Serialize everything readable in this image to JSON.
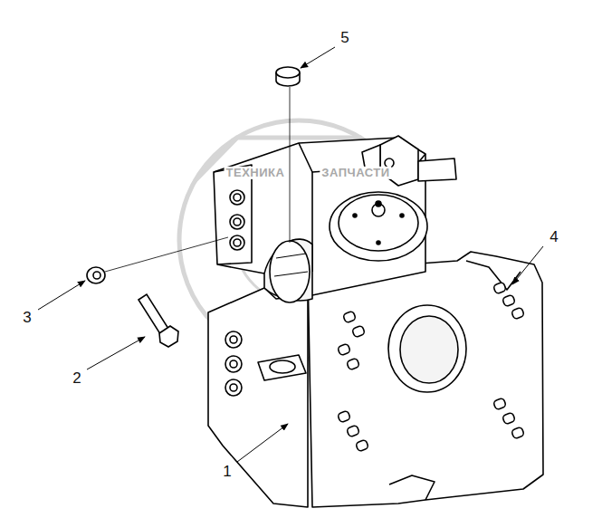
{
  "diagram": {
    "labels": [
      "5",
      "ТЕХНИКА",
      "ЗАПЧАСТИ",
      "4",
      "3",
      "2",
      "1"
    ]
  }
}
